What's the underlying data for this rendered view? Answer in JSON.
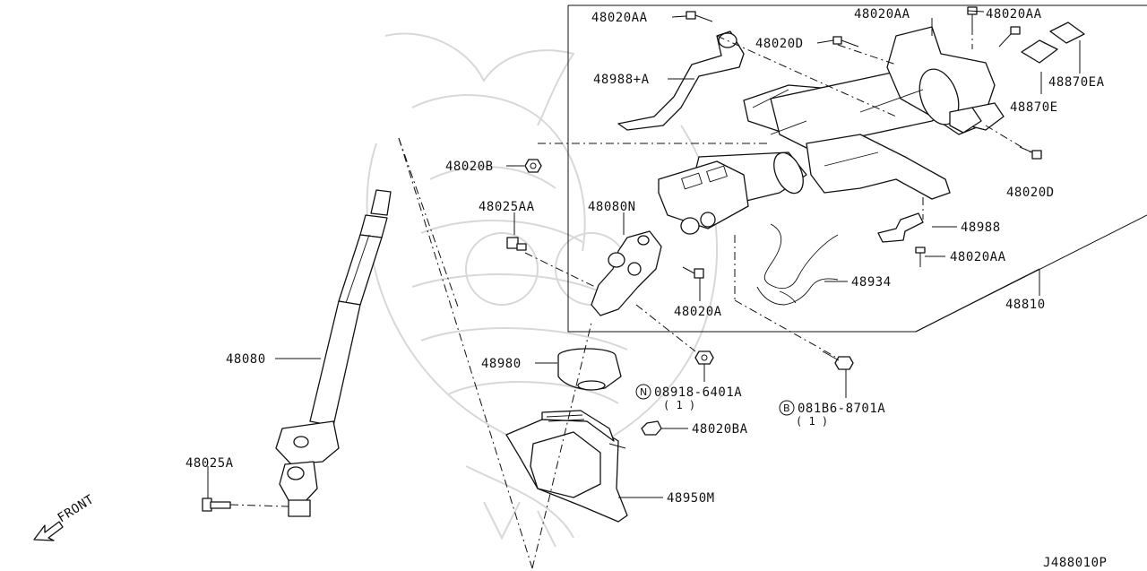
{
  "diagram_code": "J488010P",
  "front_label": "FRONT",
  "labels": {
    "p48020AA_top": "48020AA",
    "p48020AA_top2": "48020AA",
    "p48020AA_right": "48020AA",
    "p48020AA_lower": "48020AA",
    "p48020D_top": "48020D",
    "p48020D_right": "48020D",
    "p48988_plus_a": "48988+A",
    "p48870EA": "48870EA",
    "p48870E": "48870E",
    "p48020B": "48020B",
    "p48025AA": "48025AA",
    "p48080N": "48080N",
    "p48988": "48988",
    "p48934": "48934",
    "p48810": "48810",
    "p48020A": "48020A",
    "p48080": "48080",
    "p48980": "48980",
    "p08918": "08918-6401A",
    "p08918_qty": "( 1 )",
    "p081B6": "081B6-8701A",
    "p081B6_qty": "( 1 )",
    "p48020BA": "48020BA",
    "p48025A": "48025A",
    "p48950M": "48950M",
    "sym_n": "N",
    "sym_b": "B"
  },
  "colors": {
    "ink": "#111111",
    "watermark": "#d8d8d8",
    "background": "#ffffff"
  }
}
